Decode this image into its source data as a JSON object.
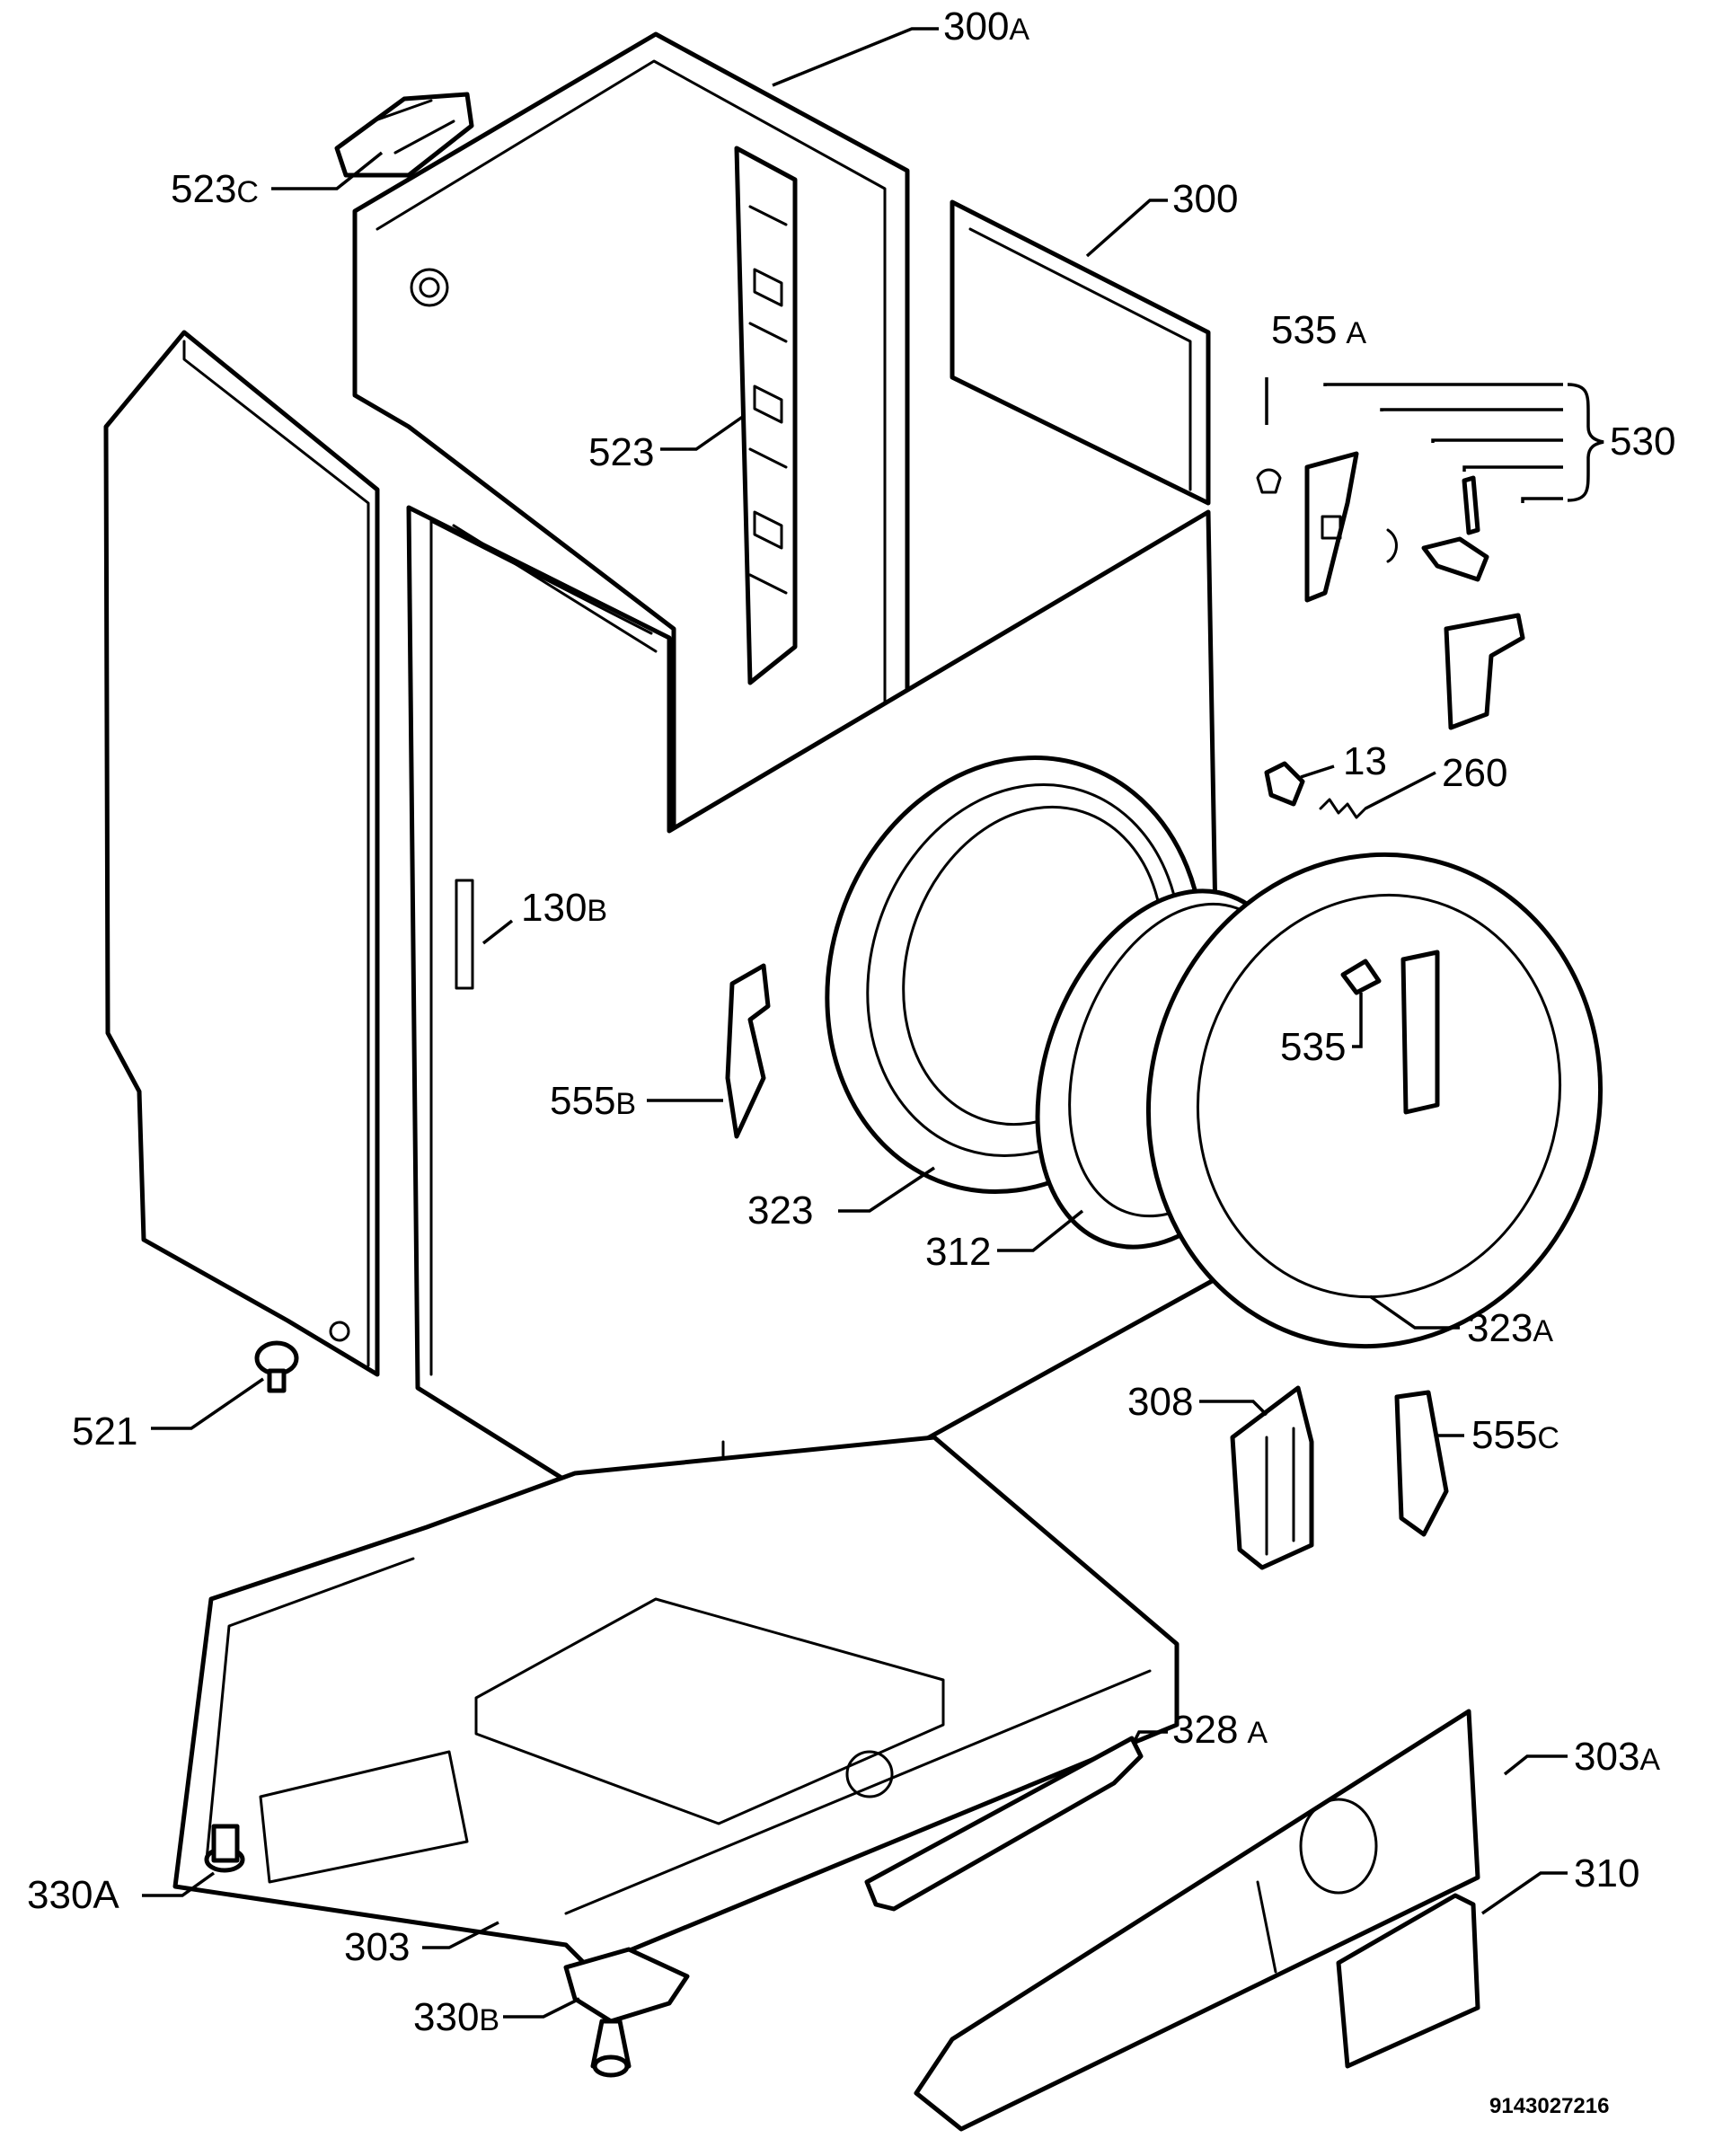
{
  "parts": [
    {
      "id": "p300A",
      "main": "300",
      "suffix": "A"
    },
    {
      "id": "p523C",
      "main": "523",
      "suffix": "C"
    },
    {
      "id": "p300",
      "main": "300",
      "suffix": ""
    },
    {
      "id": "p535A",
      "main": "535",
      "suffix": "A"
    },
    {
      "id": "p530",
      "main": "530",
      "suffix": ""
    },
    {
      "id": "p523",
      "main": "523",
      "suffix": ""
    },
    {
      "id": "p13",
      "main": "13",
      "suffix": ""
    },
    {
      "id": "p260",
      "main": "260",
      "suffix": ""
    },
    {
      "id": "p130B",
      "main": "130",
      "suffix": "B"
    },
    {
      "id": "p535",
      "main": "535",
      "suffix": ""
    },
    {
      "id": "p555B",
      "main": "555",
      "suffix": "B"
    },
    {
      "id": "p323",
      "main": "323",
      "suffix": ""
    },
    {
      "id": "p312",
      "main": "312",
      "suffix": ""
    },
    {
      "id": "p323A",
      "main": "323",
      "suffix": "A"
    },
    {
      "id": "p521",
      "main": "521",
      "suffix": ""
    },
    {
      "id": "p308",
      "main": "308",
      "suffix": ""
    },
    {
      "id": "p555C",
      "main": "555",
      "suffix": "C"
    },
    {
      "id": "p328A",
      "main": "328",
      "suffix": "A"
    },
    {
      "id": "p303A",
      "main": "303",
      "suffix": "A"
    },
    {
      "id": "p310",
      "main": "310",
      "suffix": ""
    },
    {
      "id": "p330A",
      "main": "330",
      "suffix": "A"
    },
    {
      "id": "p303",
      "main": "303",
      "suffix": ""
    },
    {
      "id": "p330B",
      "main": "330",
      "suffix": "B"
    }
  ],
  "document_number": "9143027216"
}
